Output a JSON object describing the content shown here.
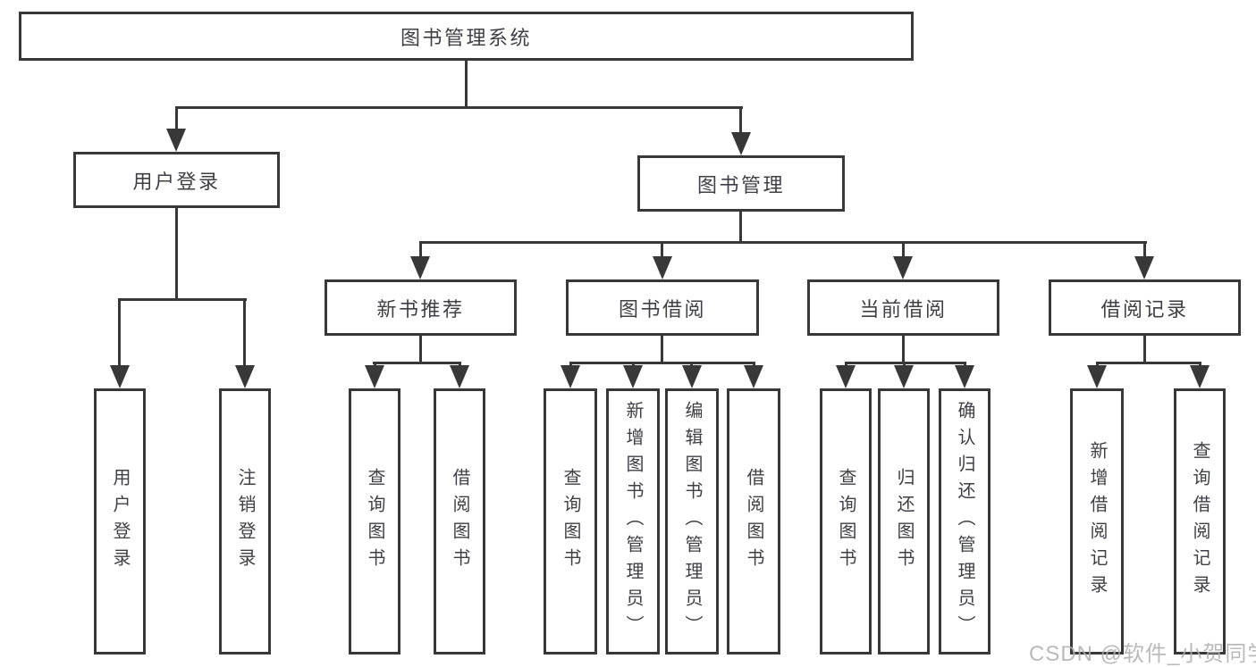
{
  "tree": {
    "root": {
      "label": "图书管理系统",
      "children": [
        {
          "label": "用户登录",
          "children": [
            {
              "label": "用户登录"
            },
            {
              "label": "注销登录"
            }
          ]
        },
        {
          "label": "图书管理",
          "children": [
            {
              "label": "新书推荐",
              "children": [
                {
                  "label": "查询图书"
                },
                {
                  "label": "借阅图书"
                }
              ]
            },
            {
              "label": "图书借阅",
              "children": [
                {
                  "label": "查询图书"
                },
                {
                  "label": "新增图书（管理员）"
                },
                {
                  "label": "编辑图书（管理员）"
                },
                {
                  "label": "借阅图书"
                }
              ]
            },
            {
              "label": "当前借阅",
              "children": [
                {
                  "label": "查询图书"
                },
                {
                  "label": "归还图书"
                },
                {
                  "label": "确认归还（管理员）"
                }
              ]
            },
            {
              "label": "借阅记录",
              "children": [
                {
                  "label": "新增借阅记录"
                },
                {
                  "label": "查询借阅记录"
                }
              ]
            }
          ]
        }
      ]
    }
  },
  "watermark": {
    "text": "CSDN @软件_小贺同学"
  },
  "colors": {
    "line": "#383838",
    "text": "#3f3f46",
    "background": "#ffffff",
    "watermark": "#aeaeae"
  }
}
